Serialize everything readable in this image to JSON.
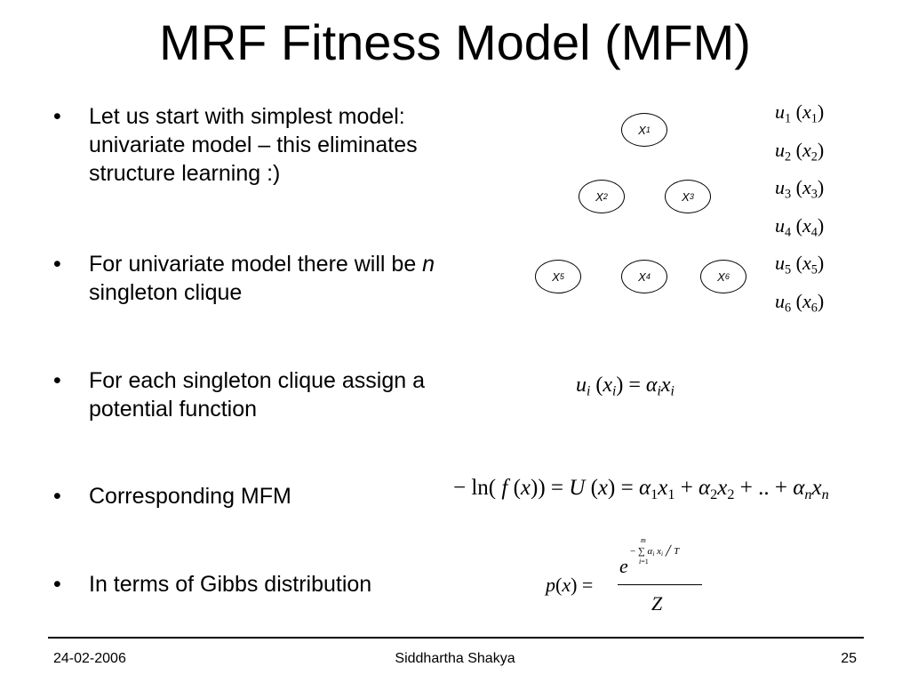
{
  "title": "MRF Fitness Model (MFM)",
  "bullets": [
    {
      "text": "Let us start with simplest model: univariate model – this eliminates structure learning :)"
    },
    {
      "pre": "For univariate model there will be ",
      "em": "n",
      "post": " singleton clique"
    },
    {
      "text": "For each singleton clique assign a potential function"
    },
    {
      "text": "Corresponding MFM"
    },
    {
      "text": "In terms of Gibbs distribution"
    }
  ],
  "bullet_glyph": "•",
  "graph": {
    "node_letter": "X",
    "nodes": [
      "1",
      "2",
      "3",
      "5",
      "4",
      "6"
    ]
  },
  "potentials": [
    {
      "u": "u",
      "i": "1",
      "x": "x"
    },
    {
      "u": "u",
      "i": "2",
      "x": "x"
    },
    {
      "u": "u",
      "i": "3",
      "x": "x"
    },
    {
      "u": "u",
      "i": "4",
      "x": "x"
    },
    {
      "u": "u",
      "i": "5",
      "x": "x"
    },
    {
      "u": "u",
      "i": "6",
      "x": "x"
    }
  ],
  "equations": {
    "potential_function": "u_i(x_i) = α_i x_i",
    "mfm": "−ln(f(x)) = U(x) = α_1 x_1 + α_2 x_2 + .. + α_n x_n",
    "gibbs": "p(x) = e^(−Σ_{i=1}^{m} α_i x_i / T) / Z"
  },
  "footer": {
    "date": "24-02-2006",
    "author": "Siddhartha Shakya",
    "page": "25"
  }
}
